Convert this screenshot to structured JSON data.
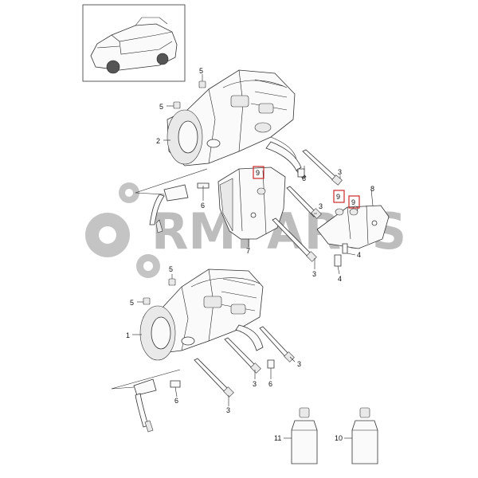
{
  "watermark": {
    "text": "RMPARTS",
    "color": "#bdbdbd"
  },
  "callouts": [
    {
      "id": "c1",
      "label": "1"
    },
    {
      "id": "c2",
      "label": "2"
    },
    {
      "id": "c3a",
      "label": "3"
    },
    {
      "id": "c3b",
      "label": "3"
    },
    {
      "id": "c3c",
      "label": "3"
    },
    {
      "id": "c3d",
      "label": "3"
    },
    {
      "id": "c3e",
      "label": "3"
    },
    {
      "id": "c3f",
      "label": "3"
    },
    {
      "id": "c4a",
      "label": "4"
    },
    {
      "id": "c4b",
      "label": "4"
    },
    {
      "id": "c5a",
      "label": "5"
    },
    {
      "id": "c5b",
      "label": "5"
    },
    {
      "id": "c5c",
      "label": "5"
    },
    {
      "id": "c5d",
      "label": "5"
    },
    {
      "id": "c6a",
      "label": "6"
    },
    {
      "id": "c6b",
      "label": "6"
    },
    {
      "id": "c6c",
      "label": "6"
    },
    {
      "id": "c6d",
      "label": "6"
    },
    {
      "id": "c7",
      "label": "7"
    },
    {
      "id": "c8",
      "label": "8"
    },
    {
      "id": "c9a",
      "label": "9"
    },
    {
      "id": "c9b",
      "label": "9"
    },
    {
      "id": "c9c",
      "label": "9"
    },
    {
      "id": "c10",
      "label": "10"
    },
    {
      "id": "c11",
      "label": "11"
    }
  ],
  "colors": {
    "highlight_box": "#cc2a2a",
    "line": "#222222"
  }
}
